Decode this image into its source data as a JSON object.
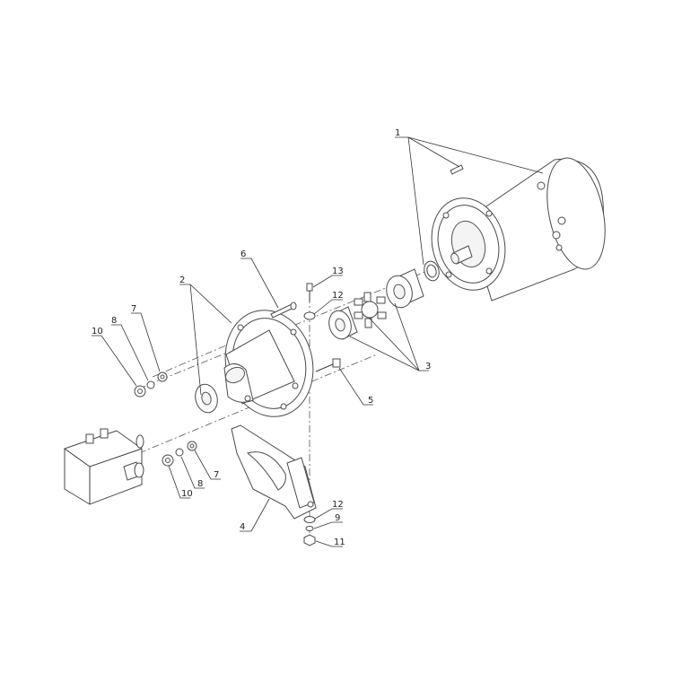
{
  "callouts": [
    {
      "id": "c1",
      "text": "1"
    },
    {
      "id": "c2",
      "text": "2"
    },
    {
      "id": "c3",
      "text": "3"
    },
    {
      "id": "c4",
      "text": "4"
    },
    {
      "id": "c5",
      "text": "5"
    },
    {
      "id": "c6",
      "text": "6"
    },
    {
      "id": "c7a",
      "text": "7"
    },
    {
      "id": "c7b",
      "text": "7"
    },
    {
      "id": "c8a",
      "text": "8"
    },
    {
      "id": "c8b",
      "text": "8"
    },
    {
      "id": "c9",
      "text": "9"
    },
    {
      "id": "c10a",
      "text": "10"
    },
    {
      "id": "c10b",
      "text": "10"
    },
    {
      "id": "c11",
      "text": "11"
    },
    {
      "id": "c12a",
      "text": "12"
    },
    {
      "id": "c12b",
      "text": "12"
    },
    {
      "id": "c13",
      "text": "13"
    }
  ]
}
